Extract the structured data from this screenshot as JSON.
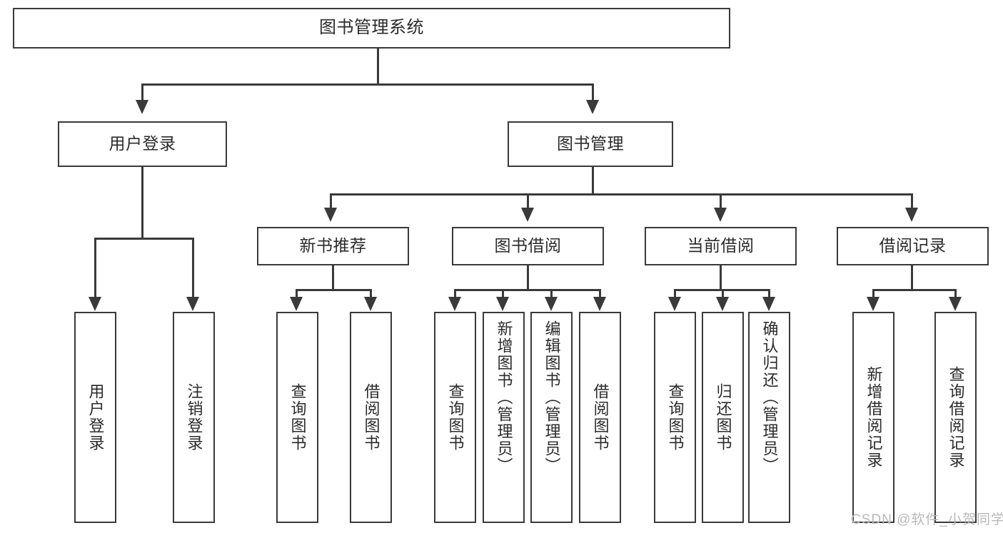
{
  "diagram": {
    "type": "tree-hierarchy",
    "title": "图书管理系统",
    "watermark": "CSDN @软件_小贺同学",
    "accent_color": "#3a3a3a",
    "text_color": "#2b2b2b",
    "background_color": "#ffffff",
    "levels": 3,
    "root": {
      "label": "图书管理系统"
    },
    "level2": [
      {
        "label": "用户登录"
      },
      {
        "label": "图书管理"
      }
    ],
    "level3": [
      {
        "label": "新书推荐",
        "parent": "图书管理"
      },
      {
        "label": "图书借阅",
        "parent": "图书管理"
      },
      {
        "label": "当前借阅",
        "parent": "图书管理"
      },
      {
        "label": "借阅记录",
        "parent": "图书管理"
      }
    ],
    "leaves": {
      "user_login": [
        {
          "label": "用户登录"
        },
        {
          "label": "注销登录"
        }
      ],
      "new_book_recommend": [
        {
          "label": "查询图书"
        },
        {
          "label": "借阅图书"
        }
      ],
      "book_borrow": [
        {
          "label": "查询图书"
        },
        {
          "label": "新增图书（管理员）"
        },
        {
          "label": "编辑图书（管理员）"
        },
        {
          "label": "借阅图书"
        }
      ],
      "current_borrow": [
        {
          "label": "查询图书"
        },
        {
          "label": "归还图书"
        },
        {
          "label": "确认归还（管理员）"
        }
      ],
      "borrow_record": [
        {
          "label": "新增借阅记录"
        },
        {
          "label": "查询借阅记录"
        }
      ]
    }
  }
}
